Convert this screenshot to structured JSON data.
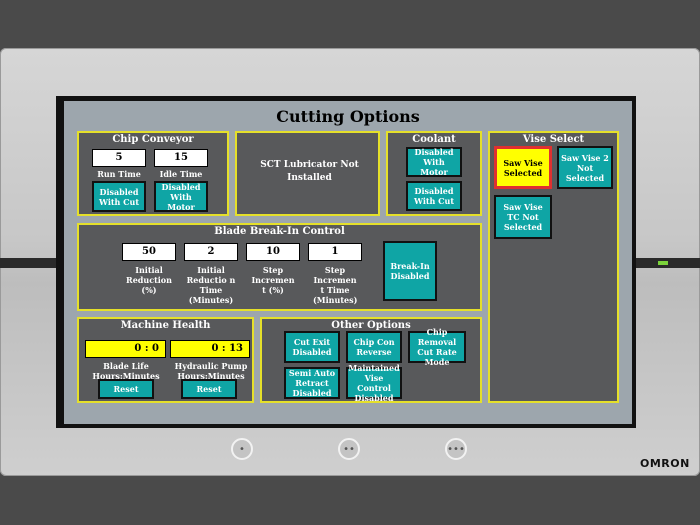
{
  "title": "Cutting Options",
  "brand": "OMRON",
  "hardware_buttons": [
    "•",
    "••",
    "•••"
  ],
  "chip_conveyor": {
    "title": "Chip Conveyor",
    "run_time_value": "5",
    "run_time_label": "Run Time",
    "idle_time_value": "15",
    "idle_time_label": "Idle Time",
    "btn_with_cut": "Disabled With Cut",
    "btn_with_motor": "Disabled With Motor"
  },
  "sct": {
    "message": "SCT Lubricator Not Installed"
  },
  "coolant": {
    "title": "Coolant",
    "btn_with_motor": "Disabled With Motor",
    "btn_with_cut": "Disabled With Cut"
  },
  "vise_select": {
    "title": "Vise Select",
    "saw_vise": "Saw Vise Selected",
    "saw_vise_2": "Saw Vise 2 Not Selected",
    "saw_vise_tc": "Saw Vise TC Not Selected"
  },
  "blade_break_in": {
    "title": "Blade Break-In Control",
    "fields": [
      {
        "value": "50",
        "label": "Initial Reduction (%)"
      },
      {
        "value": "2",
        "label": "Initial Reductio n Time (Minutes)"
      },
      {
        "value": "10",
        "label": "Step Incremen t (%)"
      },
      {
        "value": "1",
        "label": "Step Incremen t Time (Minutes)"
      }
    ],
    "button": "Break-In Disabled"
  },
  "machine_health": {
    "title": "Machine Health",
    "blade_life_value": "0 :  0",
    "blade_life_label": "Blade Life Hours:Minutes",
    "hydraulic_value": "0 : 13",
    "hydraulic_label": "Hydraulic Pump Hours:Minutes",
    "reset_1": "Reset",
    "reset_2": "Reset"
  },
  "other_options": {
    "title": "Other Options",
    "cut_exit": "Cut Exit Disabled",
    "chip_con_reverse": "Chip Con Reverse",
    "chip_removal": "Chip Removal Cut Rate Mode",
    "semi_auto": "Semi Auto Retract Disabled",
    "maintained_vise": "Maintained Vise Control Disabled"
  },
  "colors": {
    "panel": "#58595b",
    "panel_border": "#e5e02a",
    "button": "#0fa5a5",
    "selected": "#ffff00",
    "screen": "#9da6ad"
  }
}
